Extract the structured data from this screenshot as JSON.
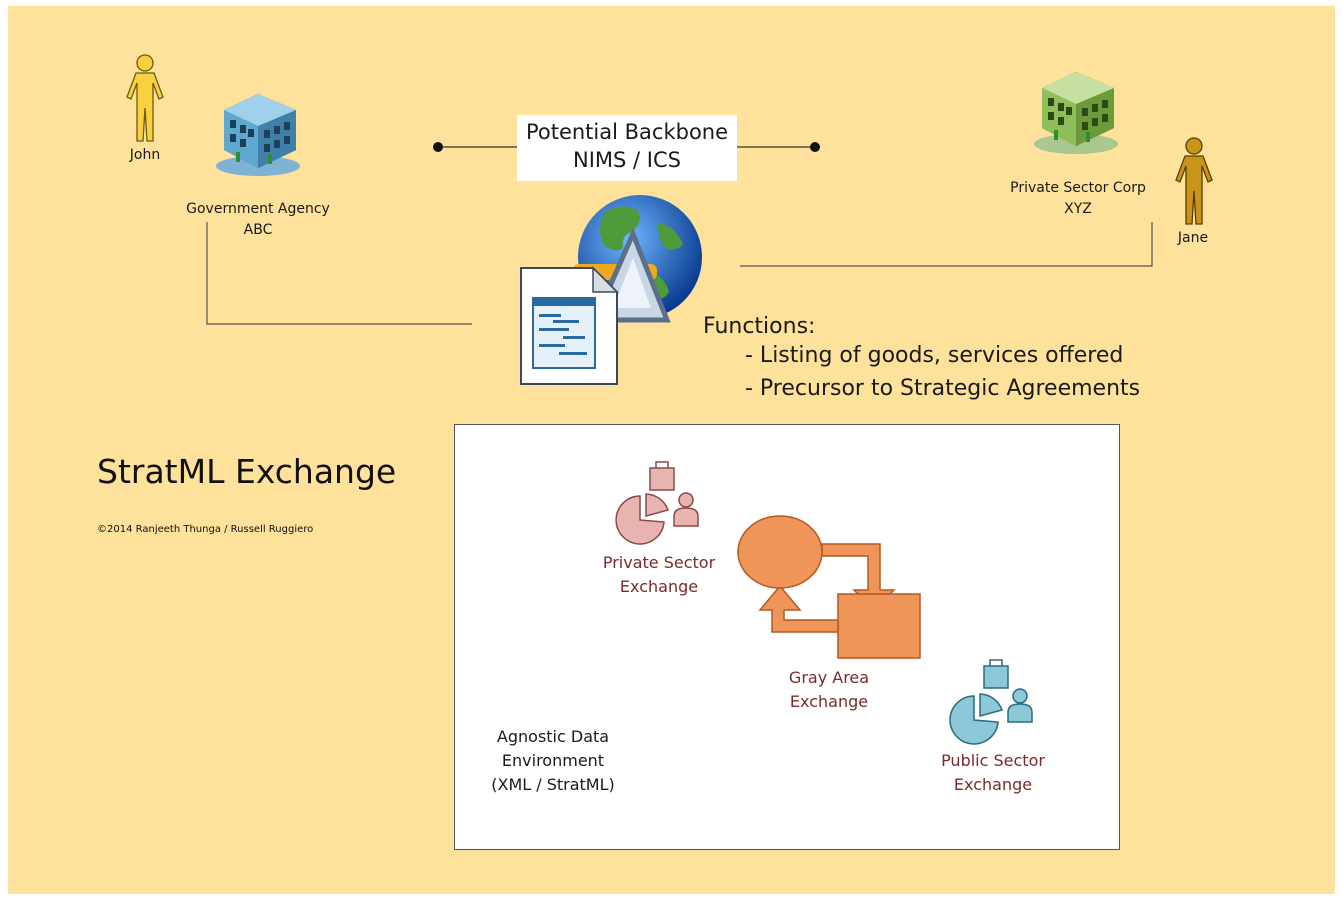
{
  "backbone": {
    "line1": "Potential Backbone",
    "line2": "NIMS / ICS"
  },
  "people": {
    "john": "John",
    "jane": "Jane"
  },
  "orgs": {
    "gov_line1": "Government Agency",
    "gov_line2": "ABC",
    "priv_line1": "Private Sector Corp",
    "priv_line2": "XYZ"
  },
  "functions": {
    "heading": "Functions:",
    "items": [
      "- Listing of goods, services offered",
      "- Precursor to Strategic Agreements"
    ]
  },
  "title": "StratML Exchange",
  "copyright": "©2014 Ranjeeth Thunga / Russell Ruggiero",
  "exchange": {
    "private_line1": "Private Sector",
    "private_line2": "Exchange",
    "gray_line1": "Gray Area",
    "gray_line2": "Exchange",
    "public_line1": "Public Sector",
    "public_line2": "Exchange"
  },
  "environment": {
    "line1": "Agnostic Data",
    "line2": "Environment",
    "line3": "(XML / StratML)"
  },
  "colors": {
    "background": "#fee19a",
    "john_figure": "#f8d040",
    "jane_figure": "#c8941a",
    "private_exchange": "#e8b4b0",
    "public_exchange": "#8cc8d8",
    "gray_area": "#f0955a"
  },
  "icons": {
    "john": "person-icon",
    "jane": "person-icon",
    "gov": "office-building-icon",
    "priv": "office-building-icon",
    "globe": "globe-icon",
    "document": "document-icon",
    "private_exchange": "market-share-icon",
    "public_exchange": "market-share-icon",
    "gray_area": "cycle-arrows-icon"
  }
}
